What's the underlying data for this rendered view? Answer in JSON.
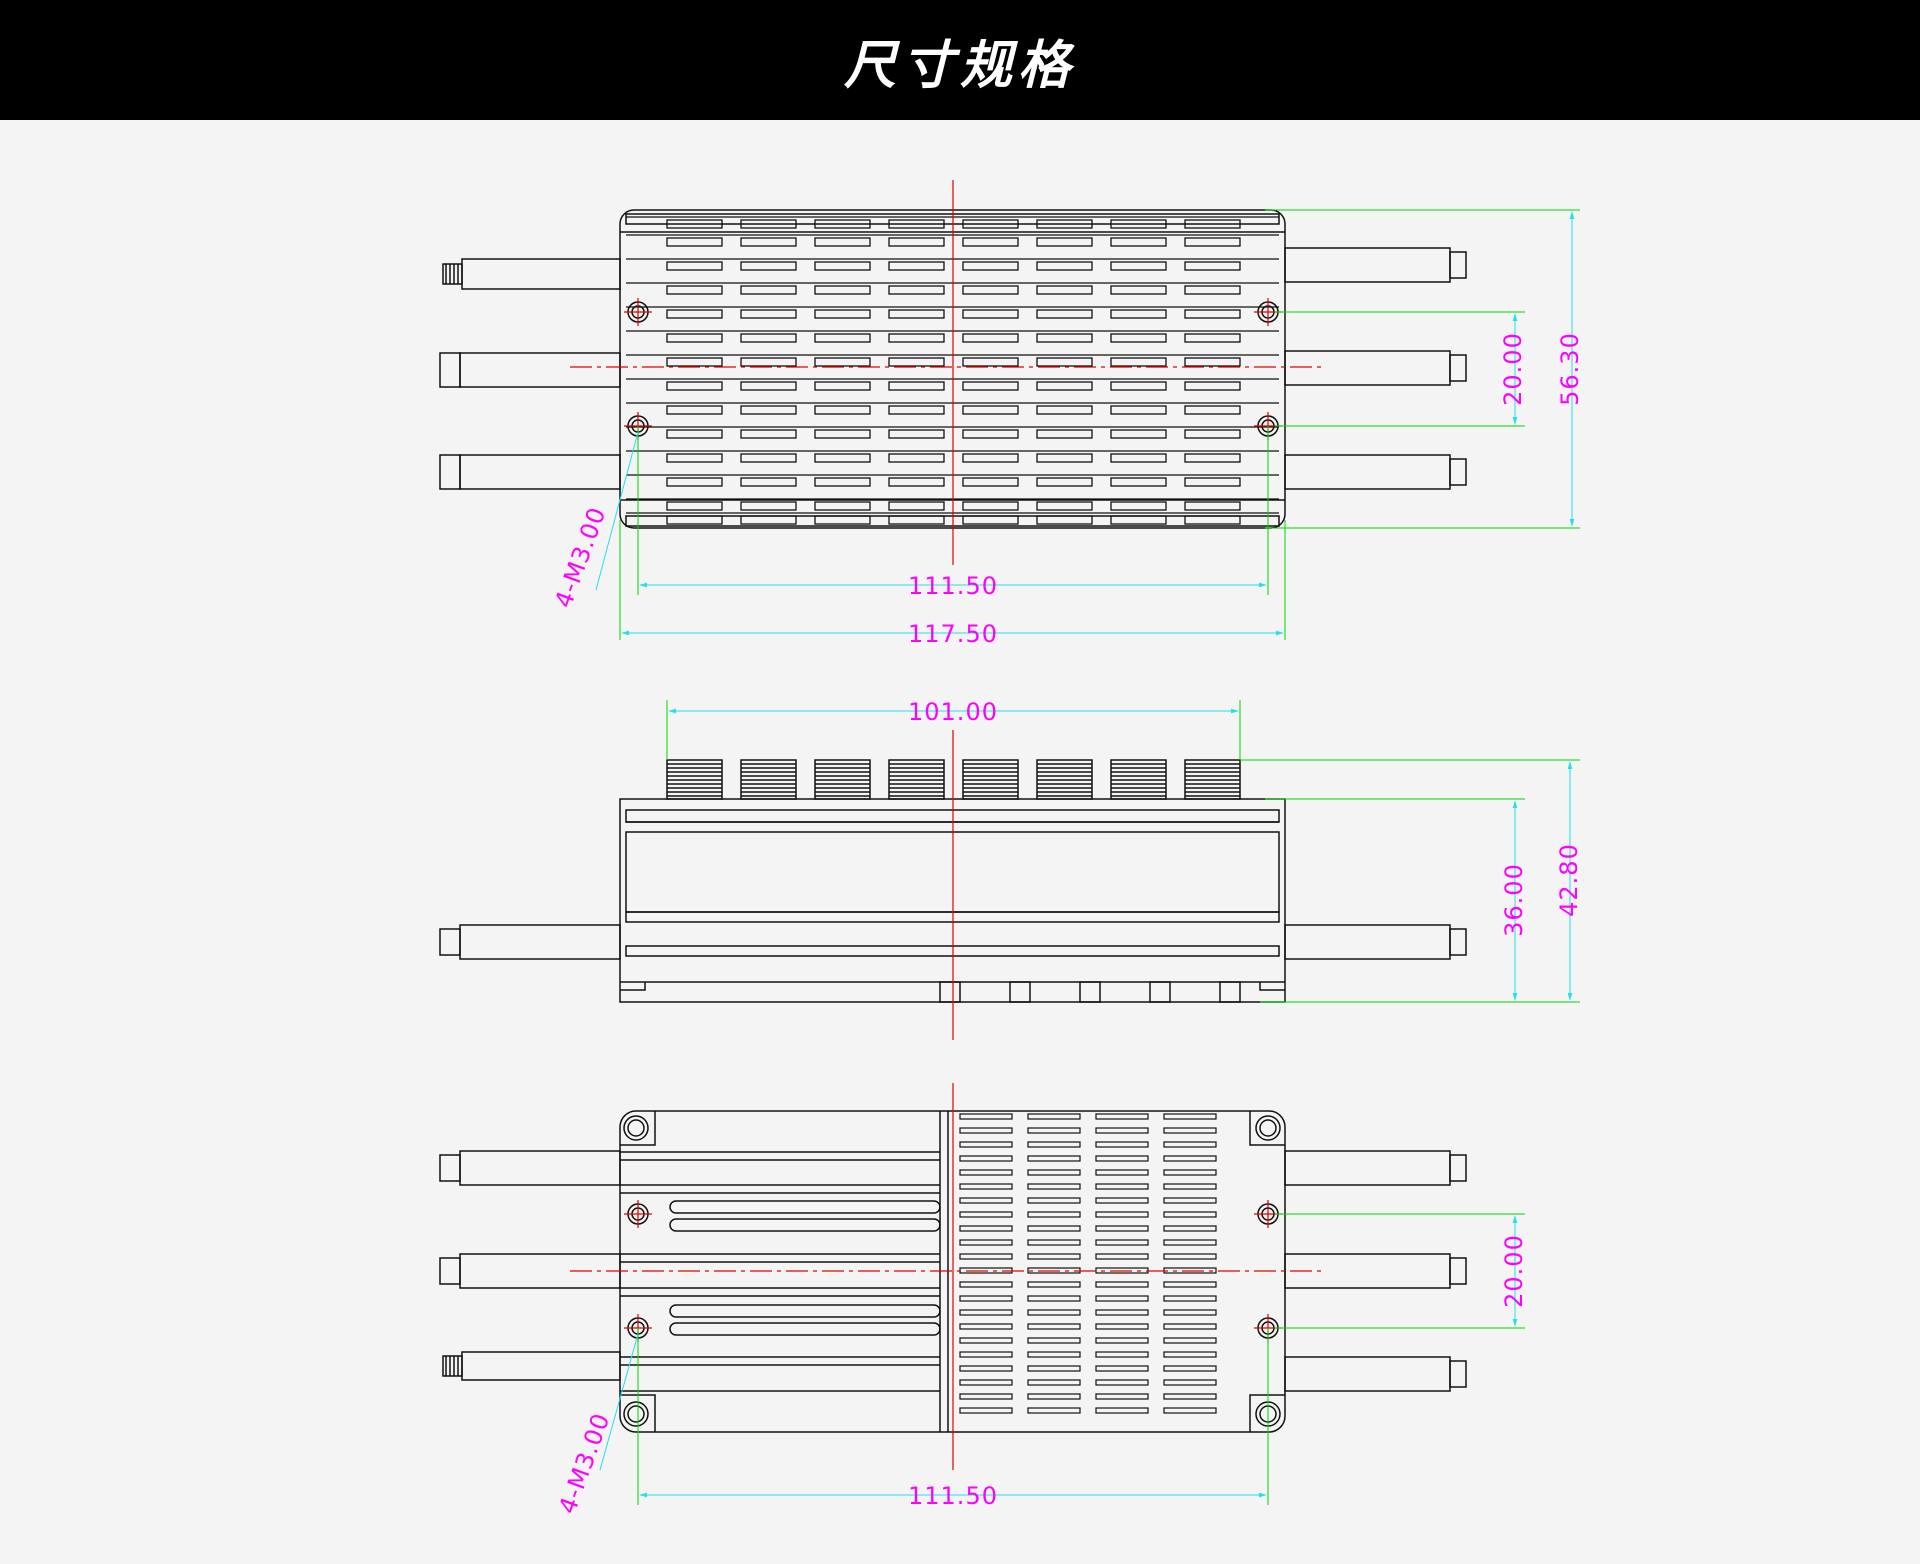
{
  "header": {
    "title": "尺寸规格"
  },
  "colors": {
    "outline": "#111111",
    "dimension_text": "#ff00ff",
    "dimension_line": "#22e0ee",
    "extension_line": "#00d800",
    "centerline": "#e00000"
  },
  "top_view": {
    "width_inner": "111.50",
    "width_outer": "117.50",
    "hole_spacing": "20.00",
    "height_outer": "56.30",
    "hole_spec": "4-M3.00"
  },
  "side_view": {
    "fin_length": "101.00",
    "body_height": "36.00",
    "total_height": "42.80"
  },
  "bottom_view": {
    "hole_spacing": "20.00",
    "width_inner": "111.50",
    "hole_spec": "4-M3.00"
  }
}
